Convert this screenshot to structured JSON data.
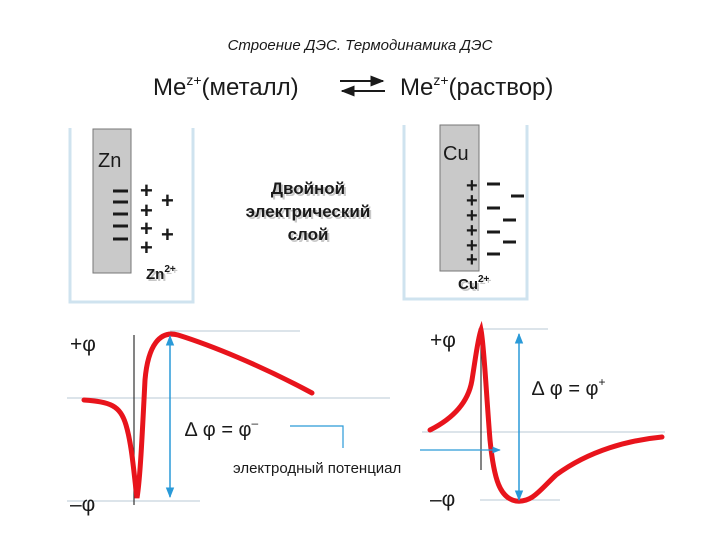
{
  "slide": {
    "title": "Строение ДЭС. Термодинамика ДЭС",
    "equation": {
      "left_base": "Me",
      "left_sup": "z+",
      "left_rest": "(металл)",
      "right_base": "Me",
      "right_sup": "z+",
      "right_rest": "(раствор)"
    },
    "zn": {
      "label": "Zn",
      "ion_base": "Zn",
      "ion_sup": "2+"
    },
    "cu": {
      "label": "Cu",
      "ion_base": "Cu",
      "ion_sup": "2+"
    },
    "center_label": [
      "Двойной",
      "электрический",
      "слой"
    ],
    "zn_plot": {
      "plus_phi": "+φ",
      "minus_phi": "–φ",
      "delta": "∆ φ = φ",
      "delta_sup": "–"
    },
    "cu_plot": {
      "plus_phi": "+φ",
      "minus_phi": "–φ",
      "delta": "∆ φ = φ",
      "delta_sup": "+"
    },
    "electrode_potential": "электродный потенциал",
    "colors": {
      "curve": "#e8141c",
      "arrow": "#2a9ad8",
      "electrode": "#c9c9c9",
      "beaker": "#cfe3ef",
      "text": "#1a1a1a"
    }
  }
}
